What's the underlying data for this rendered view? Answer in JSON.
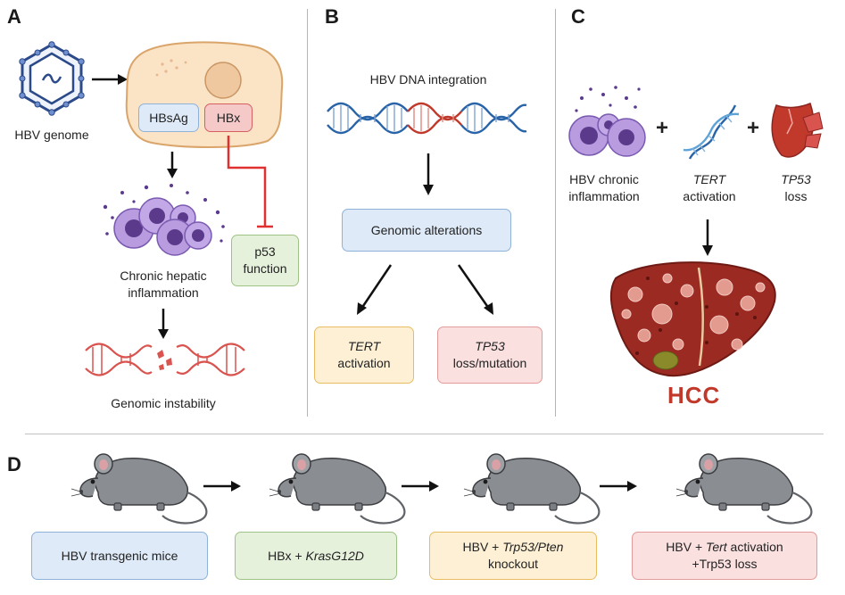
{
  "panels": {
    "a": {
      "letter": "A",
      "hbv_genome_label": "HBV genome",
      "hbsag": "HBsAg",
      "hbx": "HBx",
      "p53": "p53\nfunction",
      "inflammation": "Chronic hepatic\ninflammation",
      "instability": "Genomic instability"
    },
    "b": {
      "letter": "B",
      "integration": "HBV DNA integration",
      "alterations": "Genomic alterations",
      "tert_gene": "TERT",
      "tert_text": "activation",
      "tp53_gene": "TP53",
      "tp53_text": "loss/mutation"
    },
    "c": {
      "letter": "C",
      "plus": "+",
      "chronic": "HBV chronic\ninflammation",
      "tert_gene": "TERT",
      "tert_text": "activation",
      "tp53_gene": "TP53",
      "tp53_text": "loss",
      "hcc": "HCC"
    },
    "d": {
      "letter": "D",
      "models": [
        {
          "pre": "HBV transgenic mice",
          "gene": "",
          "post": "",
          "line2": ""
        },
        {
          "pre": "HBx + ",
          "gene": "KrasG12D",
          "post": "",
          "line2": ""
        },
        {
          "pre": "HBV + ",
          "gene": "Trp53/Pten",
          "post": "",
          "line2": "knockout"
        },
        {
          "pre": "HBV + ",
          "gene": "Tert",
          "post": " activation",
          "line2": "+Trp53 loss"
        }
      ]
    }
  },
  "colors": {
    "dna_blue": "#2a64a8",
    "dna_red": "#c0392b",
    "immune_purple": "#9b7fc9",
    "liver": "#9b2a22",
    "mouse": "#8a8d92"
  }
}
